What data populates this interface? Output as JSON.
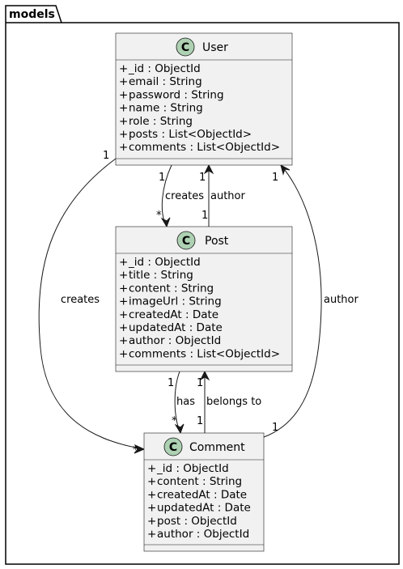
{
  "package": {
    "name": "models"
  },
  "classes": {
    "user": {
      "badge": "C",
      "name": "User",
      "attributes": [
        "_id : ObjectId",
        "email : String",
        "password : String",
        "name : String",
        "role : String",
        "posts : List<ObjectId>",
        "comments : List<ObjectId>"
      ]
    },
    "post": {
      "badge": "C",
      "name": "Post",
      "attributes": [
        "_id : ObjectId",
        "title : String",
        "content : String",
        "imageUrl : String",
        "createdAt : Date",
        "updatedAt : Date",
        "author : ObjectId",
        "comments : List<ObjectId>"
      ]
    },
    "comment": {
      "badge": "C",
      "name": "Comment",
      "attributes": [
        "_id : ObjectId",
        "content : String",
        "createdAt : Date",
        "updatedAt : Date",
        "post : ObjectId",
        "author : ObjectId"
      ]
    }
  },
  "visibility_marker": "+",
  "relations": [
    {
      "id": "user_creates_post",
      "from": "User",
      "to": "Post",
      "label": "creates",
      "from_mult": "1",
      "to_mult": "*"
    },
    {
      "id": "post_author_user",
      "from": "Post",
      "to": "User",
      "label": "author",
      "from_mult": "1",
      "to_mult": "1"
    },
    {
      "id": "user_creates_comment",
      "from": "User",
      "to": "Comment",
      "label": "creates",
      "from_mult": "1",
      "to_mult": "*"
    },
    {
      "id": "comment_author_user",
      "from": "Comment",
      "to": "User",
      "label": "author",
      "from_mult": "1",
      "to_mult": "1"
    },
    {
      "id": "post_has_comment",
      "from": "Post",
      "to": "Comment",
      "label": "has",
      "from_mult": "1",
      "to_mult": "*"
    },
    {
      "id": "comment_belongs_post",
      "from": "Comment",
      "to": "Post",
      "label": "belongs to",
      "from_mult": "1",
      "to_mult": "1"
    }
  ]
}
